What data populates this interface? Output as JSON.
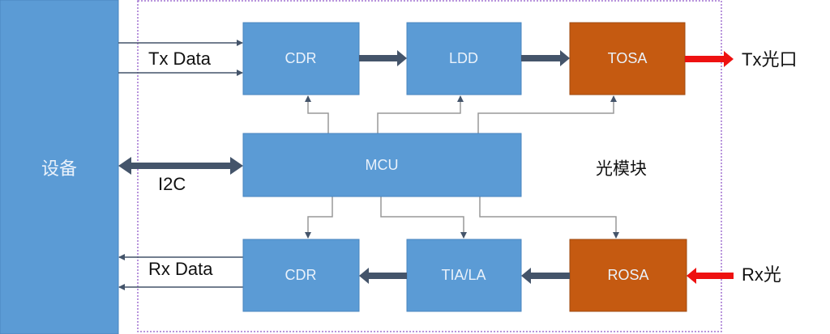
{
  "device": {
    "label": "设备"
  },
  "module": {
    "label": "光模块"
  },
  "blocks": {
    "cdr_tx": "CDR",
    "ldd": "LDD",
    "tosa": "TOSA",
    "mcu": "MCU",
    "cdr_rx": "CDR",
    "tia_la": "TIA/LA",
    "rosa": "ROSA"
  },
  "labels": {
    "tx_data": "Tx Data",
    "i2c": "I2C",
    "rx_data": "Rx Data",
    "tx_optical": "Tx光口",
    "rx_optical": "Rx光"
  },
  "colors": {
    "electrical_block": "#5b9bd5",
    "optical_block": "#c55a11",
    "optical_signal": "#ee1111",
    "module_border": "#a070d0"
  }
}
